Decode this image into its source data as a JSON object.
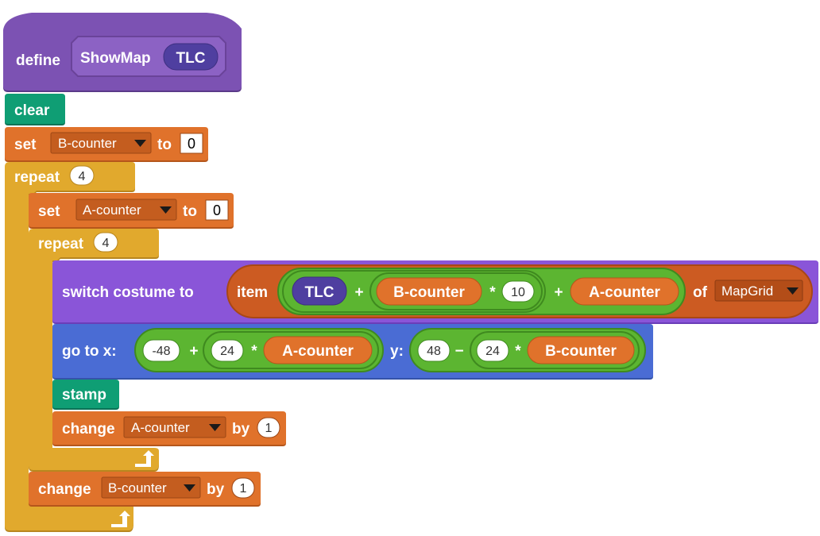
{
  "colors": {
    "custom_block": "#7c52b3",
    "custom_arg": "#4f3fa0",
    "pen": "#0f9e74",
    "variables": "#e0722b",
    "control": "#e1a92d",
    "looks": "#8a55d8",
    "motion": "#4a6cd4",
    "operators": "#5cb531",
    "lists": "#cc5b22"
  },
  "define_block": {
    "keyword": "define",
    "name": "ShowMap",
    "param": "TLC"
  },
  "clear_block": {
    "label": "clear"
  },
  "set_b_block": {
    "label": "set",
    "variable": "B-counter",
    "to_label": "to",
    "value": "0"
  },
  "outer_repeat": {
    "label": "repeat",
    "count": "4"
  },
  "set_a_block": {
    "label": "set",
    "variable": "A-counter",
    "to_label": "to",
    "value": "0"
  },
  "inner_repeat": {
    "label": "repeat",
    "count": "4"
  },
  "switch_costume_block": {
    "label": "switch costume to",
    "item_label": "item",
    "tlc": "TLC",
    "plus1": "+",
    "b_counter": "B-counter",
    "times": "*",
    "ten": "10",
    "plus2": "+",
    "a_counter": "A-counter",
    "of_label": "of",
    "list": "MapGrid"
  },
  "goto_block": {
    "label": "go to x:",
    "x_start": "-48",
    "x_plus": "+",
    "x_mult": "24",
    "x_times": "*",
    "x_var": "A-counter",
    "y_label": "y:",
    "y_start": "48",
    "y_minus": "−",
    "y_mult": "24",
    "y_times": "*",
    "y_var": "B-counter"
  },
  "stamp_block": {
    "label": "stamp"
  },
  "change_a_block": {
    "label": "change",
    "variable": "A-counter",
    "by_label": "by",
    "value": "1"
  },
  "change_b_block": {
    "label": "change",
    "variable": "B-counter",
    "by_label": "by",
    "value": "1"
  }
}
